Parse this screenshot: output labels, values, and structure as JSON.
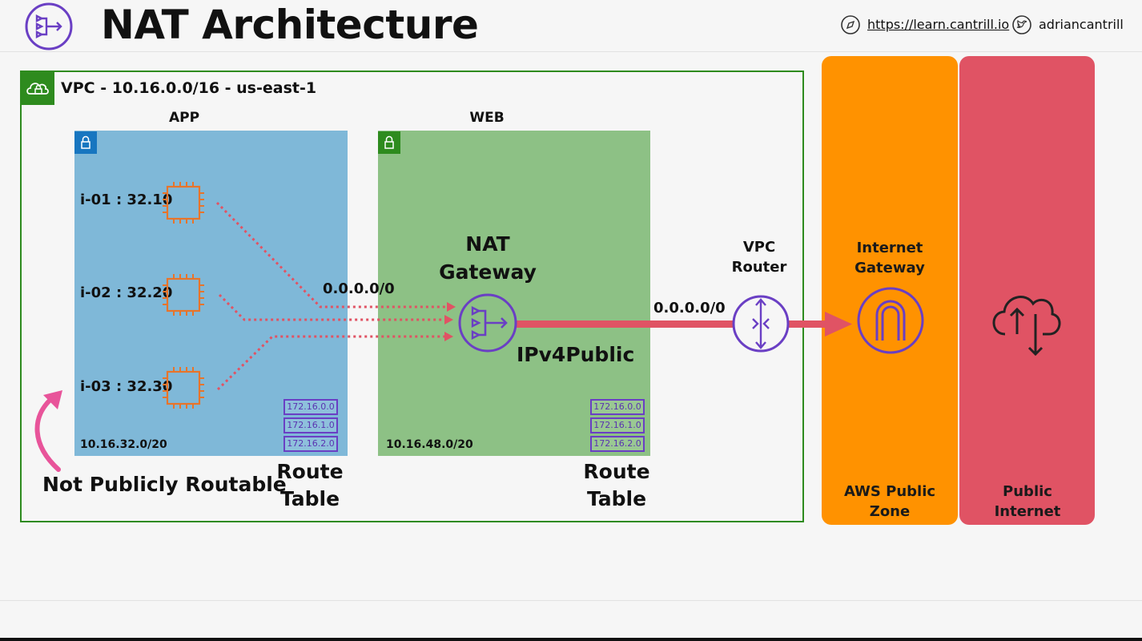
{
  "header": {
    "title": "NAT Architecture",
    "link_url": "https://learn.cantrill.io",
    "twitter_handle": "adriancantrill"
  },
  "vpc": {
    "label": "VPC - 10.16.0.0/16 - us-east-1",
    "color": "#2e8b1e"
  },
  "app_subnet": {
    "name": "APP",
    "cidr": "10.16.32.0/20",
    "color": "#7fb8d8",
    "instances": [
      {
        "label": "i-01 : 32.10"
      },
      {
        "label": "i-02 : 32.20"
      },
      {
        "label": "i-03 : 32.30"
      }
    ],
    "route_table": [
      "172.16.0.0",
      "172.16.1.0",
      "172.16.2.0"
    ],
    "route_table_label_1": "Route",
    "route_table_label_2": "Table"
  },
  "web_subnet": {
    "name": "WEB",
    "cidr": "10.16.48.0/20",
    "color": "#8dc185",
    "route_table": [
      "172.16.0.0",
      "172.16.1.0",
      "172.16.2.0"
    ],
    "route_table_label_1": "Route",
    "route_table_label_2": "Table"
  },
  "nat_gateway": {
    "label_1": "NAT",
    "label_2": "Gateway",
    "ip_label": "IPv4Public"
  },
  "routes": {
    "app_default": "0.0.0.0/0",
    "web_default": "0.0.0.0/0"
  },
  "vpc_router": {
    "label_1": "VPC",
    "label_2": "Router"
  },
  "aws_zone": {
    "igw_label_1": "Internet",
    "igw_label_2": "Gateway",
    "zone_label_1": "AWS Public",
    "zone_label_2": "Zone",
    "color": "#ff9200"
  },
  "public_internet": {
    "label_1": "Public",
    "label_2": "Internet",
    "color": "#e05364"
  },
  "annotation": {
    "text": "Not Publicly Routable",
    "arrow_color": "#e8549a"
  },
  "icons": {
    "header_logo": "nat-gateway-icon",
    "link": "compass-icon",
    "twitter": "twitter-icon",
    "instance": "ec2-instance-icon",
    "router": "router-icon",
    "igw": "internet-gateway-icon",
    "cloud": "cloud-upload-download-icon",
    "lock": "lock-icon"
  },
  "colors": {
    "purple": "#6a3fc4",
    "orange_icon": "#e8742a",
    "traffic": "#e05364"
  }
}
